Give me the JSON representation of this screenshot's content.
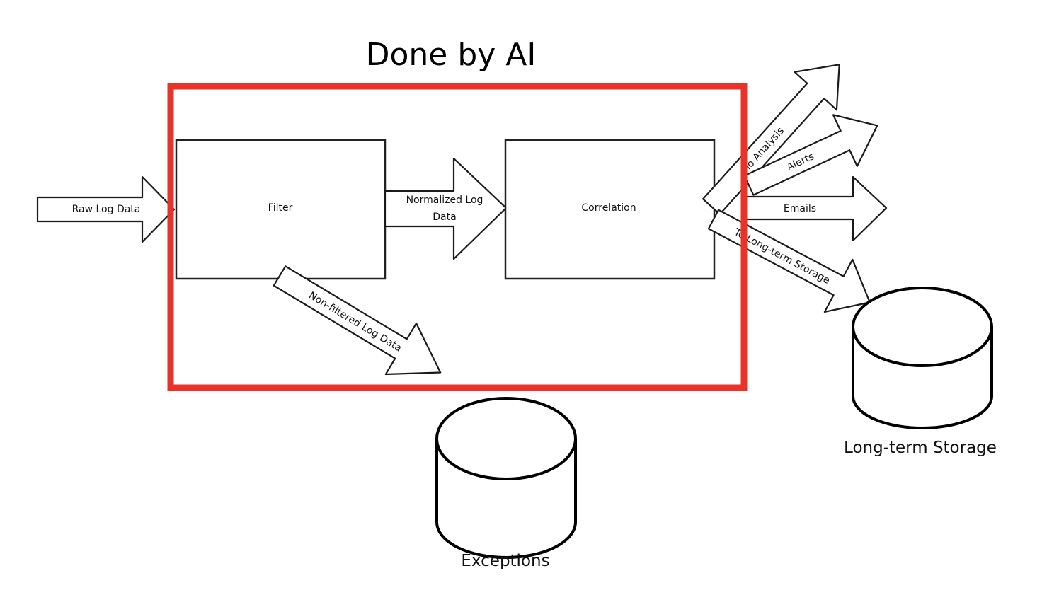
{
  "title": "Done by AI",
  "highlight_color": "#e8322a",
  "arrows": {
    "raw_log": "Raw Log Data",
    "normalized_line1": "Normalized Log",
    "normalized_line2": "Data",
    "non_filtered": "Non-filtered Log Data",
    "to_analysis": "To Analysis",
    "alerts": "Alerts",
    "emails": "Emails",
    "to_storage": "To Long-term Storage"
  },
  "boxes": {
    "filter": "Filter",
    "correlation": "Correlation"
  },
  "stores": {
    "exceptions": "Exceptions",
    "long_term": "Long-term Storage"
  }
}
